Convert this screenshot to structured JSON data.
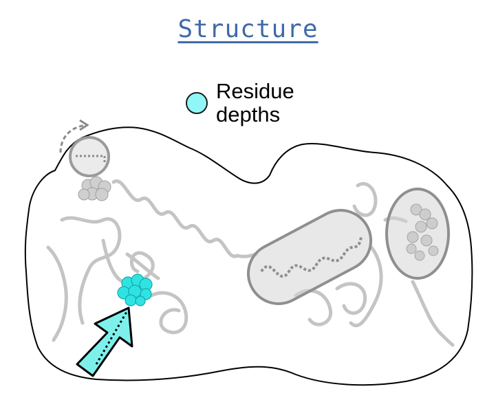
{
  "title": "Structure",
  "legend": {
    "line1": "Residue",
    "line2": "depths",
    "color": "#8ff7f7"
  },
  "colors": {
    "title": "#3f6aa8",
    "highlight": "#2fe3e3",
    "arrow": "#7ef0ec",
    "ribbon": "#bdbdbd",
    "region": "#d6d6d6"
  }
}
